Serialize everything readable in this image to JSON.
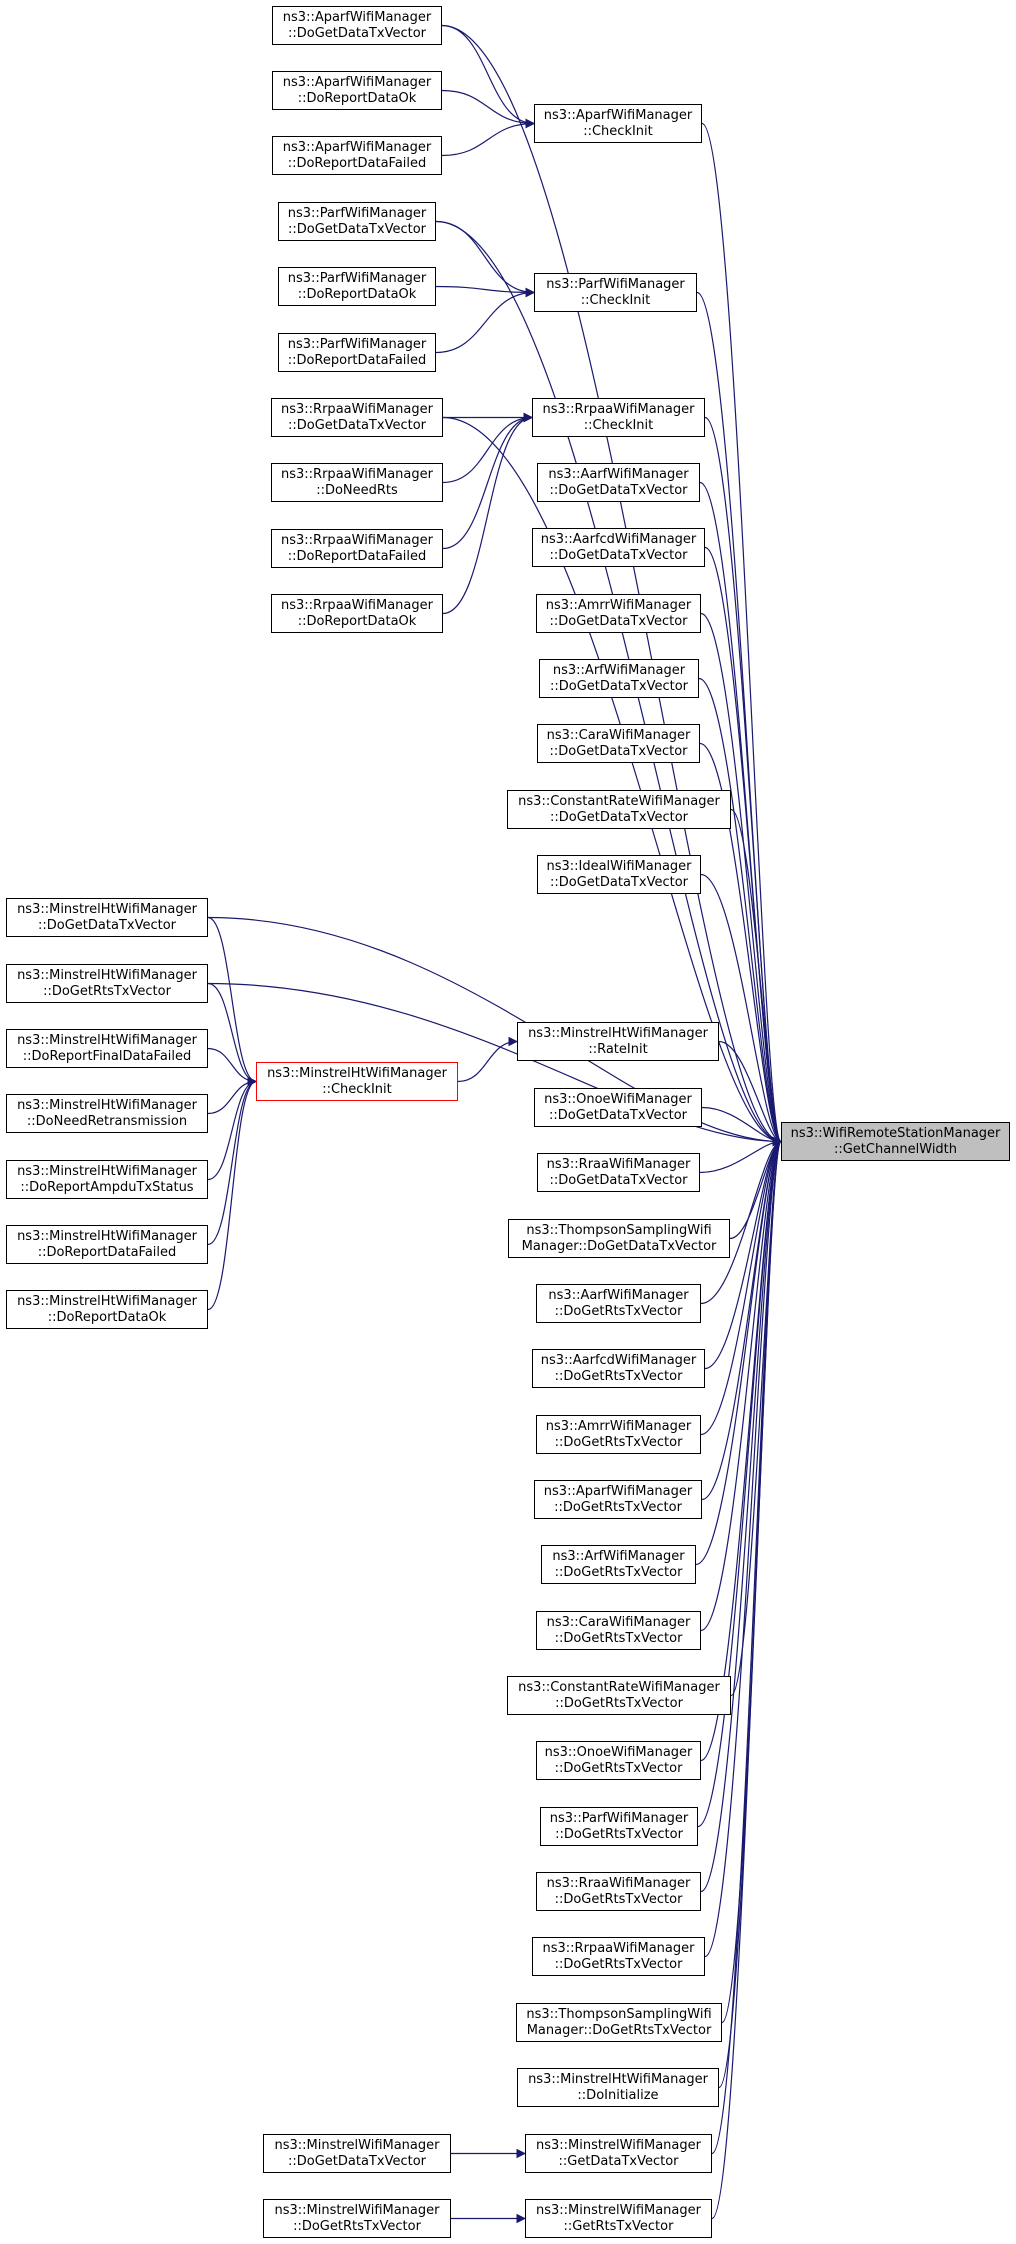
{
  "colors": {
    "edge": "#191970",
    "target_fill": "#bfbfbf",
    "highlight_border": "#ff0000"
  },
  "nodes": {
    "aparf_dogetdatatx": [
      "ns3::AparfWifiManager",
      "::DoGetDataTxVector"
    ],
    "aparf_doreportok": [
      "ns3::AparfWifiManager",
      "::DoReportDataOk"
    ],
    "aparf_doreportfailed": [
      "ns3::AparfWifiManager",
      "::DoReportDataFailed"
    ],
    "aparf_checkinit": [
      "ns3::AparfWifiManager",
      "::CheckInit"
    ],
    "parf_dogetdatatx": [
      "ns3::ParfWifiManager",
      "::DoGetDataTxVector"
    ],
    "parf_doreportok": [
      "ns3::ParfWifiManager",
      "::DoReportDataOk"
    ],
    "parf_doreportfailed": [
      "ns3::ParfWifiManager",
      "::DoReportDataFailed"
    ],
    "parf_checkinit": [
      "ns3::ParfWifiManager",
      "::CheckInit"
    ],
    "rrpaa_dogetdatatx": [
      "ns3::RrpaaWifiManager",
      "::DoGetDataTxVector"
    ],
    "rrpaa_doneedrts": [
      "ns3::RrpaaWifiManager",
      "::DoNeedRts"
    ],
    "rrpaa_doreportfailed": [
      "ns3::RrpaaWifiManager",
      "::DoReportDataFailed"
    ],
    "rrpaa_doreportok": [
      "ns3::RrpaaWifiManager",
      "::DoReportDataOk"
    ],
    "rrpaa_checkinit": [
      "ns3::RrpaaWifiManager",
      "::CheckInit"
    ],
    "aarf_data": [
      "ns3::AarfWifiManager",
      "::DoGetDataTxVector"
    ],
    "aarfcd_data": [
      "ns3::AarfcdWifiManager",
      "::DoGetDataTxVector"
    ],
    "amrr_data": [
      "ns3::AmrrWifiManager",
      "::DoGetDataTxVector"
    ],
    "arf_data": [
      "ns3::ArfWifiManager",
      "::DoGetDataTxVector"
    ],
    "cara_data": [
      "ns3::CaraWifiManager",
      "::DoGetDataTxVector"
    ],
    "constant_data": [
      "ns3::ConstantRateWifiManager",
      "::DoGetDataTxVector"
    ],
    "ideal_data": [
      "ns3::IdealWifiManager",
      "::DoGetDataTxVector"
    ],
    "mht_dogetdatatx": [
      "ns3::MinstrelHtWifiManager",
      "::DoGetDataTxVector"
    ],
    "mht_dogetrtstx": [
      "ns3::MinstrelHtWifiManager",
      "::DoGetRtsTxVector"
    ],
    "mht_doreportfinalfailed": [
      "ns3::MinstrelHtWifiManager",
      "::DoReportFinalDataFailed"
    ],
    "mht_doneedretrans": [
      "ns3::MinstrelHtWifiManager",
      "::DoNeedRetransmission"
    ],
    "mht_doreportampdu": [
      "ns3::MinstrelHtWifiManager",
      "::DoReportAmpduTxStatus"
    ],
    "mht_doreportfailed": [
      "ns3::MinstrelHtWifiManager",
      "::DoReportDataFailed"
    ],
    "mht_doreportok": [
      "ns3::MinstrelHtWifiManager",
      "::DoReportDataOk"
    ],
    "mht_checkinit": [
      "ns3::MinstrelHtWifiManager",
      "::CheckInit"
    ],
    "mht_rateinit": [
      "ns3::MinstrelHtWifiManager",
      "::RateInit"
    ],
    "onoe_data": [
      "ns3::OnoeWifiManager",
      "::DoGetDataTxVector"
    ],
    "rraa_data": [
      "ns3::RraaWifiManager",
      "::DoGetDataTxVector"
    ],
    "thompson_data": [
      "ns3::ThompsonSamplingWifi",
      "Manager::DoGetDataTxVector"
    ],
    "aarf_rts": [
      "ns3::AarfWifiManager",
      "::DoGetRtsTxVector"
    ],
    "aarfcd_rts": [
      "ns3::AarfcdWifiManager",
      "::DoGetRtsTxVector"
    ],
    "amrr_rts": [
      "ns3::AmrrWifiManager",
      "::DoGetRtsTxVector"
    ],
    "aparf_rts": [
      "ns3::AparfWifiManager",
      "::DoGetRtsTxVector"
    ],
    "arf_rts": [
      "ns3::ArfWifiManager",
      "::DoGetRtsTxVector"
    ],
    "cara_rts": [
      "ns3::CaraWifiManager",
      "::DoGetRtsTxVector"
    ],
    "constant_rts": [
      "ns3::ConstantRateWifiManager",
      "::DoGetRtsTxVector"
    ],
    "onoe_rts": [
      "ns3::OnoeWifiManager",
      "::DoGetRtsTxVector"
    ],
    "parf_rts": [
      "ns3::ParfWifiManager",
      "::DoGetRtsTxVector"
    ],
    "rraa_rts": [
      "ns3::RraaWifiManager",
      "::DoGetRtsTxVector"
    ],
    "rrpaa_rts": [
      "ns3::RrpaaWifiManager",
      "::DoGetRtsTxVector"
    ],
    "thompson_rts": [
      "ns3::ThompsonSamplingWifi",
      "Manager::DoGetRtsTxVector"
    ],
    "mht_doinitialize": [
      "ns3::MinstrelHtWifiManager",
      "::DoInitialize"
    ],
    "minstrel_dogetdatatx": [
      "ns3::MinstrelWifiManager",
      "::DoGetDataTxVector"
    ],
    "minstrel_dogetrtstx": [
      "ns3::MinstrelWifiManager",
      "::DoGetRtsTxVector"
    ],
    "minstrel_getdatatx": [
      "ns3::MinstrelWifiManager",
      "::GetDataTxVector"
    ],
    "minstrel_getrtstx": [
      "ns3::MinstrelWifiManager",
      "::GetRtsTxVector"
    ],
    "target": [
      "ns3::WifiRemoteStationManager",
      "::GetChannelWidth"
    ]
  },
  "edges": [
    [
      "aparf_dogetdatatx",
      "aparf_checkinit"
    ],
    [
      "aparf_doreportok",
      "aparf_checkinit"
    ],
    [
      "aparf_doreportfailed",
      "aparf_checkinit"
    ],
    [
      "parf_dogetdatatx",
      "parf_checkinit"
    ],
    [
      "parf_doreportok",
      "parf_checkinit"
    ],
    [
      "parf_doreportfailed",
      "parf_checkinit"
    ],
    [
      "rrpaa_dogetdatatx",
      "rrpaa_checkinit"
    ],
    [
      "rrpaa_doneedrts",
      "rrpaa_checkinit"
    ],
    [
      "rrpaa_doreportfailed",
      "rrpaa_checkinit"
    ],
    [
      "rrpaa_doreportok",
      "rrpaa_checkinit"
    ],
    [
      "mht_dogetdatatx",
      "mht_checkinit"
    ],
    [
      "mht_dogetrtstx",
      "mht_checkinit"
    ],
    [
      "mht_doreportfinalfailed",
      "mht_checkinit"
    ],
    [
      "mht_doneedretrans",
      "mht_checkinit"
    ],
    [
      "mht_doreportampdu",
      "mht_checkinit"
    ],
    [
      "mht_doreportfailed",
      "mht_checkinit"
    ],
    [
      "mht_doreportok",
      "mht_checkinit"
    ],
    [
      "mht_checkinit",
      "mht_rateinit"
    ],
    [
      "minstrel_dogetdatatx",
      "minstrel_getdatatx"
    ],
    [
      "minstrel_dogetrtstx",
      "minstrel_getrtstx"
    ],
    [
      "aparf_dogetdatatx",
      "target"
    ],
    [
      "aparf_checkinit",
      "target"
    ],
    [
      "parf_dogetdatatx",
      "target"
    ],
    [
      "parf_checkinit",
      "target"
    ],
    [
      "rrpaa_dogetdatatx",
      "target"
    ],
    [
      "rrpaa_checkinit",
      "target"
    ],
    [
      "aarf_data",
      "target"
    ],
    [
      "aarfcd_data",
      "target"
    ],
    [
      "amrr_data",
      "target"
    ],
    [
      "arf_data",
      "target"
    ],
    [
      "cara_data",
      "target"
    ],
    [
      "constant_data",
      "target"
    ],
    [
      "ideal_data",
      "target"
    ],
    [
      "mht_dogetdatatx",
      "target"
    ],
    [
      "mht_dogetrtstx",
      "target"
    ],
    [
      "mht_rateinit",
      "target"
    ],
    [
      "onoe_data",
      "target"
    ],
    [
      "rraa_data",
      "target"
    ],
    [
      "thompson_data",
      "target"
    ],
    [
      "aarf_rts",
      "target"
    ],
    [
      "aarfcd_rts",
      "target"
    ],
    [
      "amrr_rts",
      "target"
    ],
    [
      "aparf_rts",
      "target"
    ],
    [
      "arf_rts",
      "target"
    ],
    [
      "cara_rts",
      "target"
    ],
    [
      "constant_rts",
      "target"
    ],
    [
      "onoe_rts",
      "target"
    ],
    [
      "parf_rts",
      "target"
    ],
    [
      "rraa_rts",
      "target"
    ],
    [
      "rrpaa_rts",
      "target"
    ],
    [
      "thompson_rts",
      "target"
    ],
    [
      "mht_doinitialize",
      "target"
    ],
    [
      "minstrel_getdatatx",
      "target"
    ],
    [
      "minstrel_getrtstx",
      "target"
    ]
  ]
}
